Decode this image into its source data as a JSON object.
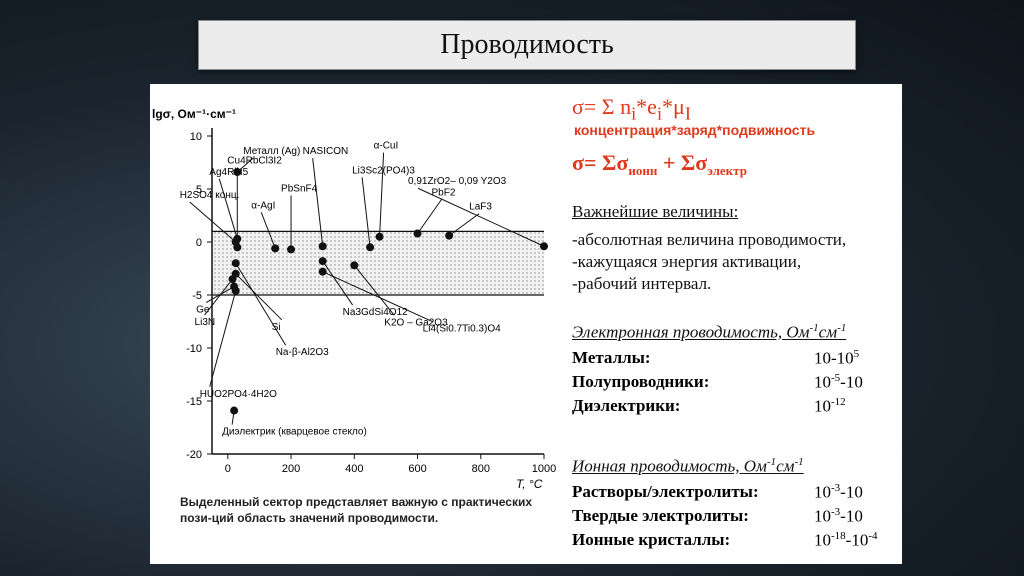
{
  "slide_title": "Проводимость",
  "formulas": {
    "f1_main": "σ= Σ n",
    "f1_sub1": "i",
    "f1_mid1": "*e",
    "f1_sub2": "i",
    "f1_mid2": "*μ",
    "f1_sub3": "I",
    "f1_caption": "концентрация*заряд*подвижность",
    "f2_main": "σ= Σσ",
    "f2_sub1": "ионн",
    "f2_mid": " + Σσ",
    "f2_sub2": "электр"
  },
  "important": {
    "heading": "Важнейшие величины:",
    "items": [
      "-абсолютная величина проводимости,",
      "-кажущаяся энергия активации,",
      "-рабочий интервал."
    ]
  },
  "electronic": {
    "heading": "Электронная проводимость,",
    "unit": "Ом",
    "unit_sup1": "-1",
    "unit2": "см",
    "unit_sup2": "-1",
    "rows": [
      {
        "label": "Металлы:",
        "base": "10-10",
        "sup": "5",
        "tail": ""
      },
      {
        "label": "Полупроводники:",
        "base": "10",
        "sup": "-5",
        "tail": "-10"
      },
      {
        "label": "Диэлектрики:",
        "base": "10",
        "sup": "-12",
        "tail": ""
      }
    ]
  },
  "ionic": {
    "heading": "Ионная проводимость,",
    "unit": "Ом",
    "unit_sup1": "-1",
    "unit2": "см",
    "unit_sup2": "-1",
    "rows": [
      {
        "label": "Растворы/электролиты:",
        "base": "10",
        "sup": "-3",
        "tail": "-10"
      },
      {
        "label": "Твердые электролиты:",
        "base": "10",
        "sup": "-3",
        "tail": "-10"
      },
      {
        "label": "Ионные кристаллы:",
        "base": "10",
        "sup": "-18",
        "tail": "-10",
        "sup2": "-4"
      }
    ]
  },
  "caption": "Выделенный сектор представляет важную с практических пози-ций область значений проводимости.",
  "chart_data": {
    "type": "scatter",
    "title": "",
    "ylabel": "lgσ, Ом⁻¹·см⁻¹",
    "xlabel": "T, °C",
    "xlim": [
      -50,
      1000
    ],
    "ylim": [
      -20,
      10
    ],
    "xticks": [
      0,
      200,
      400,
      600,
      800,
      1000
    ],
    "yticks": [
      10,
      5,
      0,
      -5,
      -10,
      -15,
      -20
    ],
    "shaded_band": [
      -5,
      1
    ],
    "points": [
      {
        "x": 30,
        "y": 6.6,
        "label": "Металл (Ag)"
      },
      {
        "x": 30,
        "y": 0.3,
        "label": "Ag4RbI5"
      },
      {
        "x": 25,
        "y": 0.0,
        "label": "H2SO4 конц."
      },
      {
        "x": 30,
        "y": -0.5,
        "label": "Cu4RbCl3I2"
      },
      {
        "x": 150,
        "y": -0.6,
        "label": "α-AgI"
      },
      {
        "x": 200,
        "y": -0.7,
        "label": "PbSnF4"
      },
      {
        "x": 300,
        "y": -0.4,
        "label": "NASICON"
      },
      {
        "x": 300,
        "y": -1.8,
        "label": "Na3GdSi4O12"
      },
      {
        "x": 300,
        "y": -2.8,
        "label": "Li4(Si0.7Ti0.3)O4"
      },
      {
        "x": 450,
        "y": -0.5,
        "label": "Li3Sc2(PO4)3"
      },
      {
        "x": 480,
        "y": 0.5,
        "label": "α-CuI"
      },
      {
        "x": 600,
        "y": 0.8,
        "label": "PbF2"
      },
      {
        "x": 700,
        "y": 0.6,
        "label": "LaF3"
      },
      {
        "x": 1000,
        "y": -0.4,
        "label": "0,91ZrO2– 0,09 Y2O3"
      },
      {
        "x": 400,
        "y": -2.2,
        "label": "K2O – Ga2O3"
      },
      {
        "x": 25,
        "y": -2.0,
        "label": "Na-β-Al2O3"
      },
      {
        "x": 25,
        "y": -3.0,
        "label": "Si"
      },
      {
        "x": 20,
        "y": -4.2,
        "label": "Ge"
      },
      {
        "x": 15,
        "y": -3.5,
        "label": "Li3N"
      },
      {
        "x": 25,
        "y": -4.6,
        "label": "HUO2PO4·4H2O"
      },
      {
        "x": 20,
        "y": -15.9,
        "label": "Диэлектрик (кварцевое стекло)"
      }
    ]
  }
}
